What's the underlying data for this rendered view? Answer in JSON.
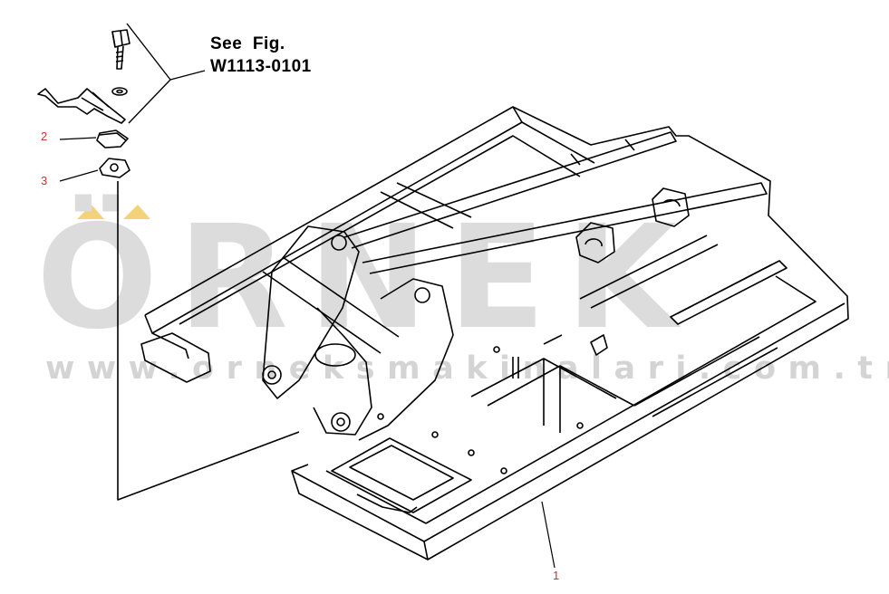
{
  "watermark": {
    "brand": "ÖRNEK",
    "url": "www.orneksmakinalari.com.tr",
    "color": "#dcdcdc",
    "accent_color": "#f3d27a"
  },
  "reference": {
    "line1": "See  Fig.",
    "line2": "W1113-0101"
  },
  "callouts": [
    {
      "label": "1"
    },
    {
      "label": "2"
    },
    {
      "label": "3"
    }
  ],
  "colors": {
    "line": "#000000",
    "callout": "#d0302e"
  }
}
